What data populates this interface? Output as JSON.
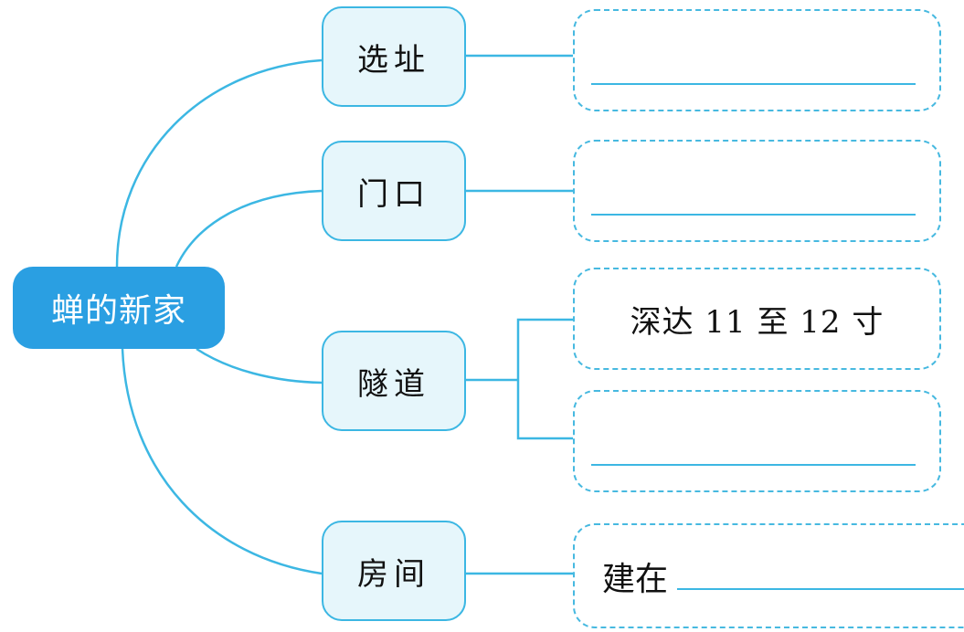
{
  "diagram": {
    "title": "蝉的新家",
    "colors": {
      "root_fill": "#2a9fe2",
      "branch_fill": "#e6f6fb",
      "line": "#3cb7e3",
      "dashed_border": "#47b9e0"
    },
    "branches": [
      {
        "label": "选址",
        "leaves": [
          {
            "text": "",
            "blank": true
          }
        ]
      },
      {
        "label": "门口",
        "leaves": [
          {
            "text": "",
            "blank": true
          }
        ]
      },
      {
        "label": "隧道",
        "leaves": [
          {
            "text": "深达 11 至 12 寸",
            "blank": false
          },
          {
            "text": "",
            "blank": true
          }
        ]
      },
      {
        "label": "房间",
        "leaves": [
          {
            "prefix": "建在",
            "blank": true
          }
        ]
      }
    ]
  }
}
